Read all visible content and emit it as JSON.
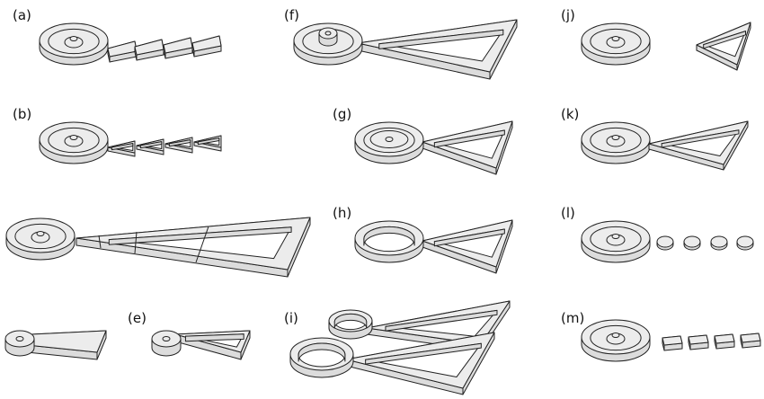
{
  "panels": [
    {
      "id": "a",
      "label": "(a)"
    },
    {
      "id": "b",
      "label": "(b)"
    },
    {
      "id": "e",
      "label": "(e)"
    },
    {
      "id": "f",
      "label": "(f)"
    },
    {
      "id": "g",
      "label": "(g)"
    },
    {
      "id": "h",
      "label": "(h)"
    },
    {
      "id": "i",
      "label": "(i)"
    },
    {
      "id": "j",
      "label": "(j)"
    },
    {
      "id": "k",
      "label": "(k)"
    },
    {
      "id": "l",
      "label": "(l)"
    },
    {
      "id": "m",
      "label": "(m)"
    }
  ],
  "colors": {
    "fill": "#ececec",
    "side": "#dcdcdc",
    "stroke": "#222222"
  }
}
